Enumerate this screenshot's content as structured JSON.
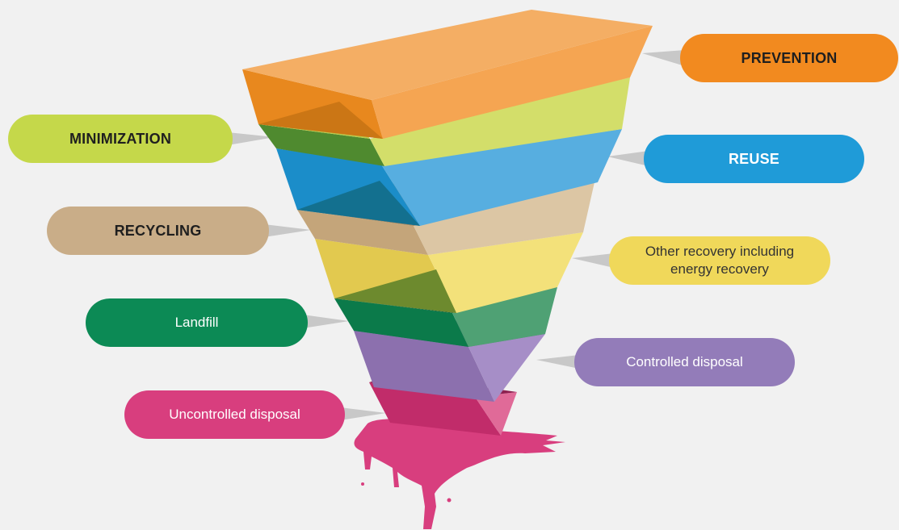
{
  "colors": {
    "background": "#f1f1f1"
  },
  "hierarchy": [
    {
      "id": "prevention",
      "label": "PREVENTION",
      "color": "#f28a1f",
      "text_color": "#1f1f1f",
      "weight": "bold"
    },
    {
      "id": "minimization",
      "label": "MINIMIZATION",
      "color": "#c5d84a",
      "text_color": "#1f1f1f",
      "weight": "bold"
    },
    {
      "id": "reuse",
      "label": "REUSE",
      "color": "#1f9bd8",
      "text_color": "#ffffff",
      "weight": "bold"
    },
    {
      "id": "recycling",
      "label": "RECYCLING",
      "color": "#c9ad88",
      "text_color": "#1f1f1f",
      "weight": "bold"
    },
    {
      "id": "other-recovery",
      "label": "Other recovery including energy recovery",
      "color": "#f0d85a",
      "text_color": "#333333",
      "weight": "normal"
    },
    {
      "id": "landfill",
      "label": "Landfill",
      "color": "#0c8a55",
      "text_color": "#ffffff",
      "weight": "normal"
    },
    {
      "id": "controlled-disposal",
      "label": "Controlled disposal",
      "color": "#937cb9",
      "text_color": "#ffffff",
      "weight": "normal"
    },
    {
      "id": "uncontrolled-disposal",
      "label": "Uncontrolled disposal",
      "color": "#d83e7e",
      "text_color": "#ffffff",
      "weight": "normal"
    }
  ]
}
